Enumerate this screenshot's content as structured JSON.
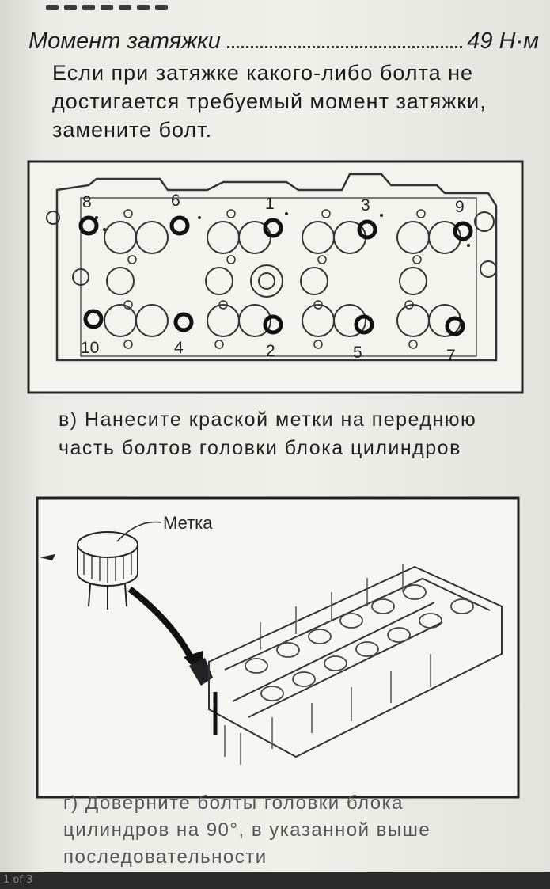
{
  "spec": {
    "label": "Момент затяжки",
    "value": "49 Н·м"
  },
  "notes": {
    "bolt_replace": "Если при затяжке какого-либо болта не достигается требуемый момент затяжки, замените болт."
  },
  "figure_1": {
    "bolt_numbers": [
      "8",
      "6",
      "1",
      "3",
      "9",
      "10",
      "4",
      "2",
      "5",
      "7"
    ]
  },
  "step_v": {
    "text": "в) Нанесите краской метки на переднюю часть болтов головки блока цилиндров"
  },
  "figure_2": {
    "mark_label": "Метка"
  },
  "step_g": {
    "text": "г) Доверните болты головки блока цилиндров на 90°, в указанной выше последовательности"
  },
  "footer": {
    "page": "1 of 3"
  }
}
